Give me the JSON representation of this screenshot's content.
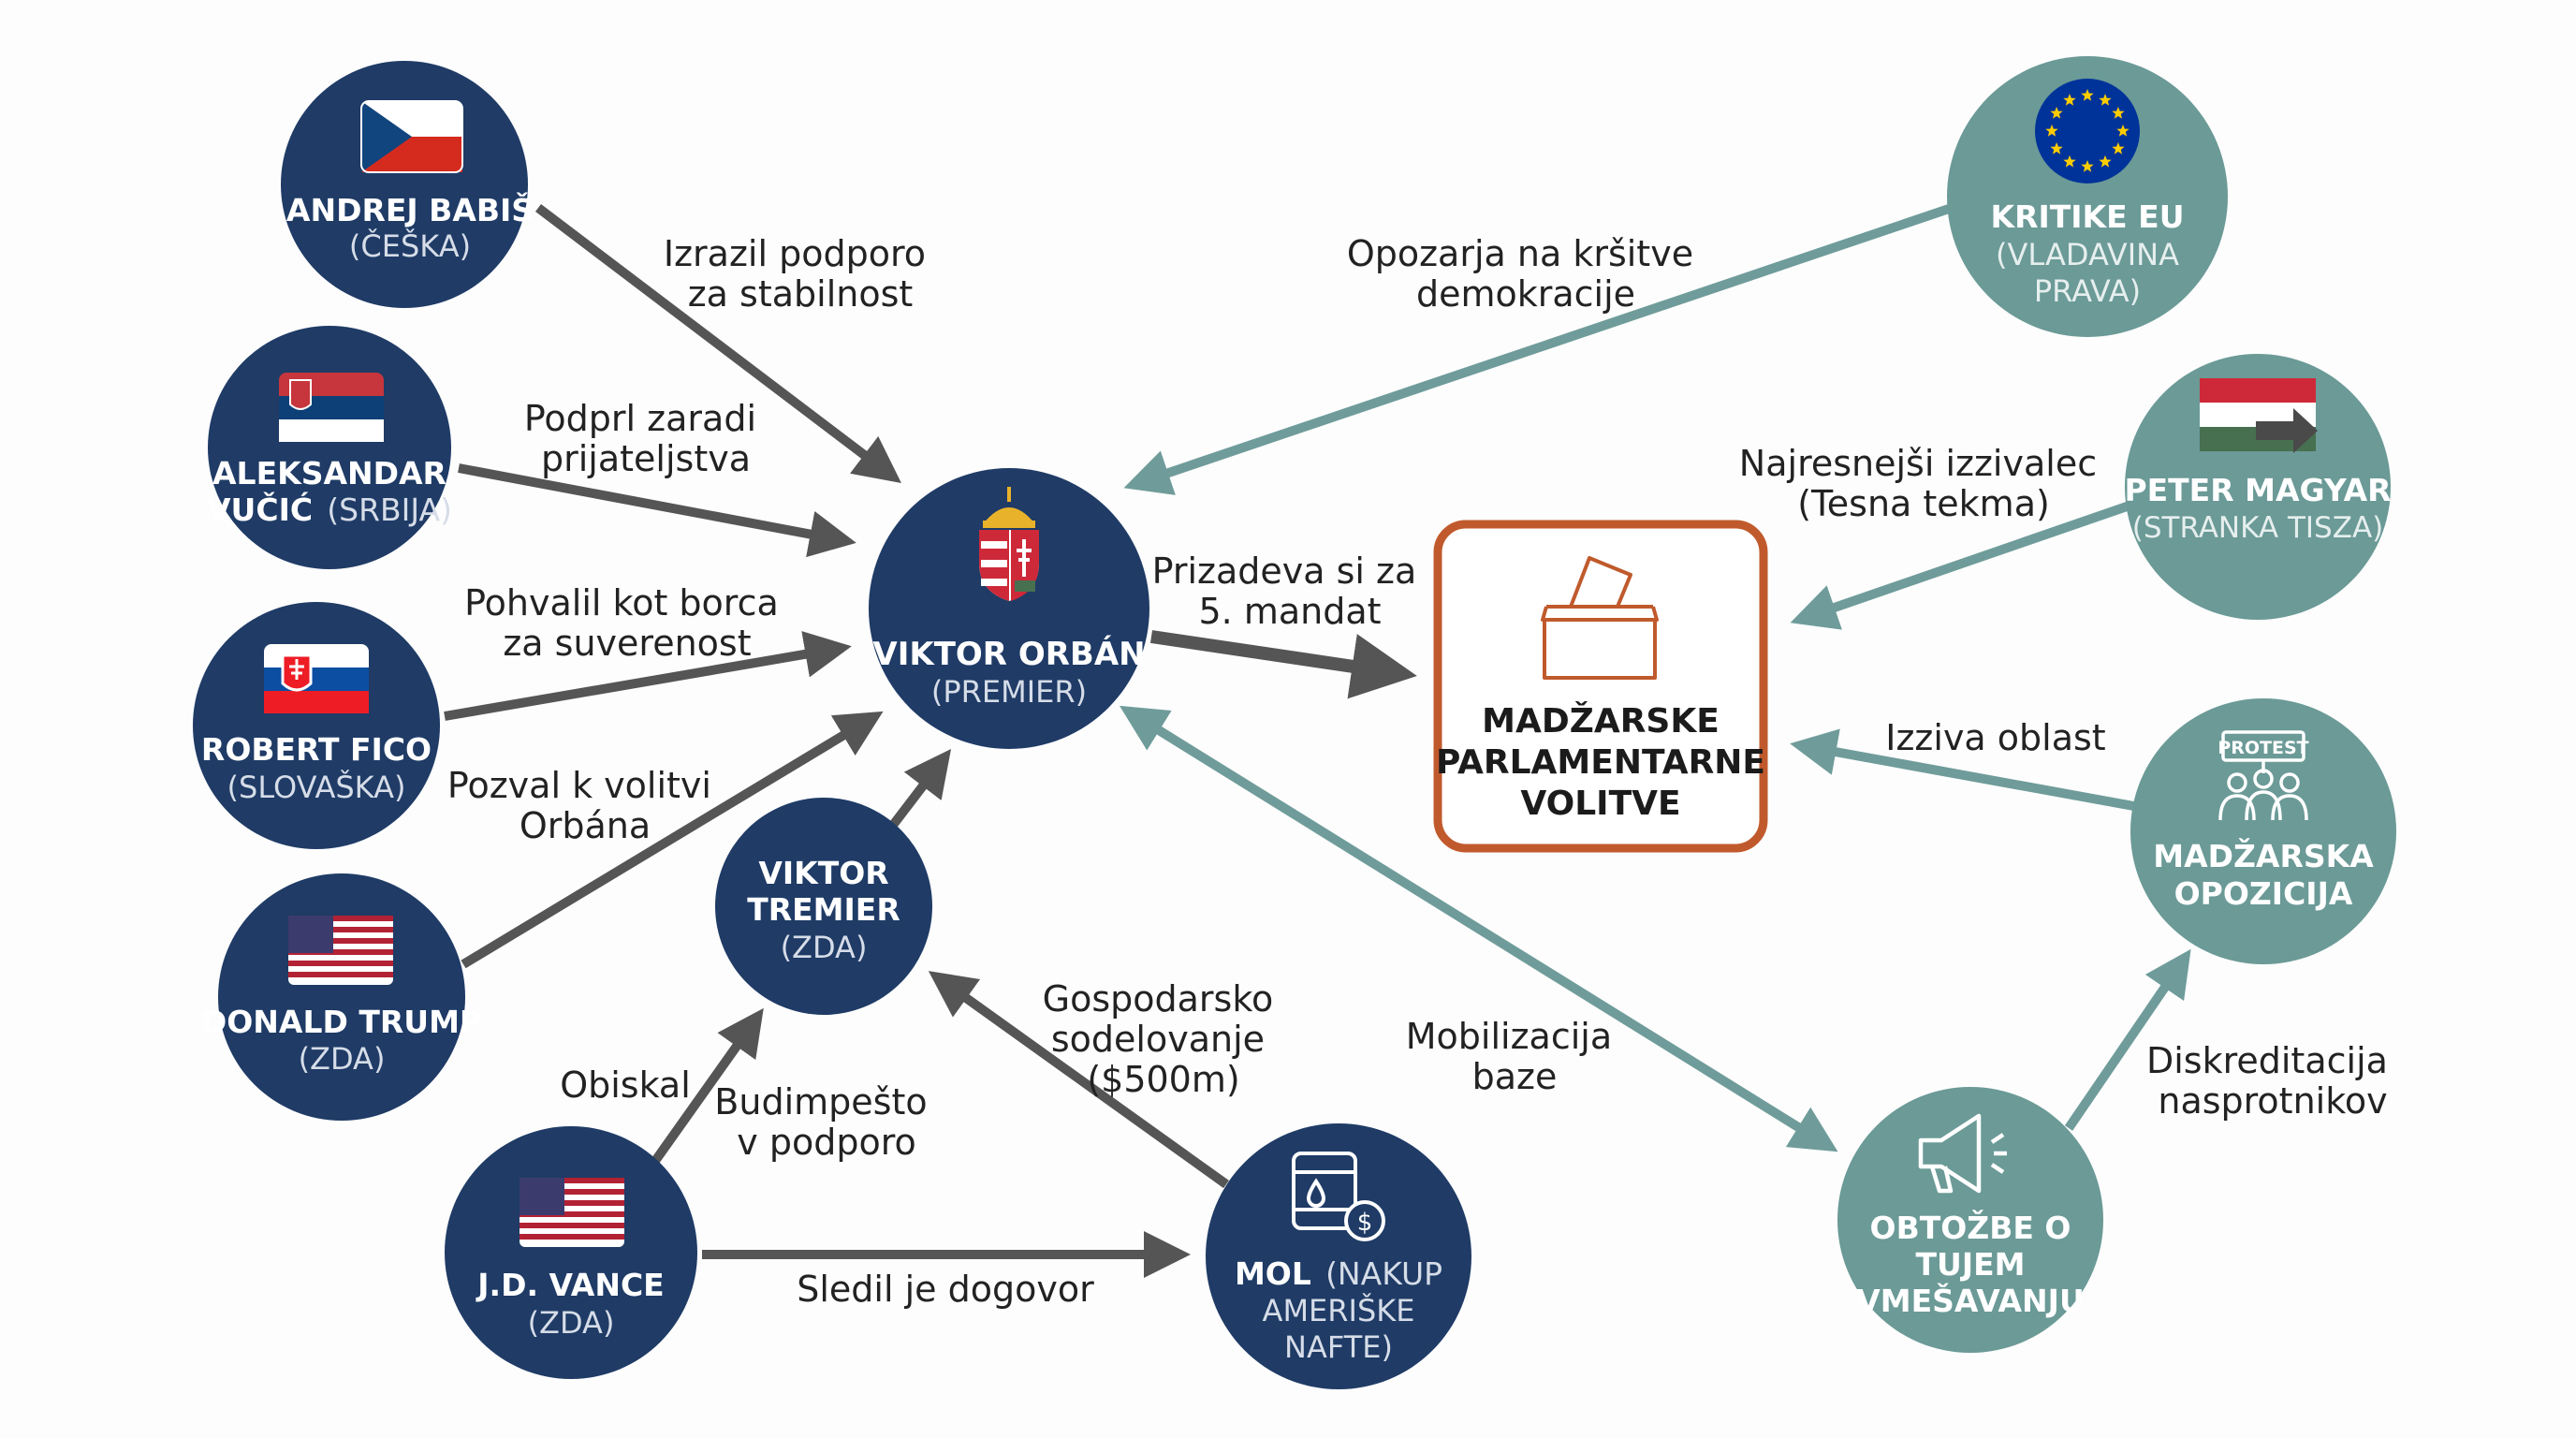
{
  "colors": {
    "navy": "#1f3b66",
    "teal": "#6b9a97",
    "dark_arrow": "#555555",
    "teal_arrow": "#6f9c9a",
    "orange": "#c05a2c"
  },
  "nodes": {
    "babis": {
      "name": "ANDREJ BABIŠ",
      "sub": "(ČEŠKA)",
      "icon": "czech-flag-icon"
    },
    "vucic": {
      "name": "ALEKSANDAR",
      "name2": "VUČIĆ",
      "sub": "(SRBIJA)",
      "icon": "serbian-flag-icon"
    },
    "fico": {
      "name": "ROBERT FICO",
      "sub": "(SLOVAŠKA)",
      "icon": "slovak-flag-icon"
    },
    "trump": {
      "name": "DONALD TRUMP",
      "sub": "(ZDA)",
      "icon": "us-flag-icon"
    },
    "orban": {
      "name": "VIKTOR ORBÁN",
      "sub": "(PREMIER)",
      "icon": "hungarian-coat-of-arms-icon"
    },
    "tremier": {
      "name": "VIKTOR",
      "name2": "TREMIER",
      "sub": "(ZDA)"
    },
    "vance": {
      "name": "J.D. VANCE",
      "sub": "(ZDA)",
      "icon": "us-flag-icon"
    },
    "mol": {
      "name": "MOL",
      "name_suffix": "(NAKUP",
      "sub": "AMERIŠKE",
      "sub2": "NAFTE)",
      "icon": "oil-barrel-icon"
    },
    "eu": {
      "name": "KRITIKE EU",
      "sub": "(VLADAVINA",
      "sub2": "PRAVA)",
      "icon": "eu-flag-icon"
    },
    "magyar": {
      "name": "PETER MAGYAR",
      "sub": "(STRANKA TISZA)",
      "icon": "hungarian-flag-arrow-icon"
    },
    "opozicija": {
      "name": "MADŽARSKA",
      "name2": "OPOZICIJA",
      "icon": "protest-icon",
      "badge": "PROTEST"
    },
    "obtozbe": {
      "name": "OBTOŽBE O",
      "name2": "TUJEM",
      "name3": "VMEŠAVANJU",
      "icon": "megaphone-icon"
    },
    "volitve": {
      "line1": "MADŽARSKE",
      "line2": "PARLAMENTARNE",
      "line3": "VOLITVE",
      "icon": "ballot-box-icon"
    }
  },
  "edges": {
    "babis_orban": [
      "Izrazil podporo",
      "za stabilnost"
    ],
    "vucic_orban": [
      "Podprl zaradi",
      "prijateljstva"
    ],
    "fico_orban": [
      "Pohvalil kot borca",
      "za suverenost"
    ],
    "trump_orban": [
      "Pozval k volitvi",
      "Orbána"
    ],
    "orban_volitve": [
      "Prizadeva si za",
      "5. mandat"
    ],
    "eu_orban": [
      "Opozarja na kršitve",
      "demokracije"
    ],
    "magyar_volitve": [
      "Najresnejši izzivalec",
      "(Tesna tekma)"
    ],
    "opozicija_volitve": [
      "Izziva oblast"
    ],
    "orban_obtozbe": [
      "Mobilizacija",
      "baze"
    ],
    "obtozbe_opozicija": [
      "Diskreditacija",
      "nasprotnikov"
    ],
    "vance_tremier_a": [
      "Obiskal"
    ],
    "vance_tremier_b": [
      "Budimpešto",
      "v podporo"
    ],
    "mol_tremier": [
      "Gospodarsko",
      "sodelovanje",
      "($500m)"
    ],
    "vance_mol": [
      "Sledil je dogovor"
    ]
  }
}
